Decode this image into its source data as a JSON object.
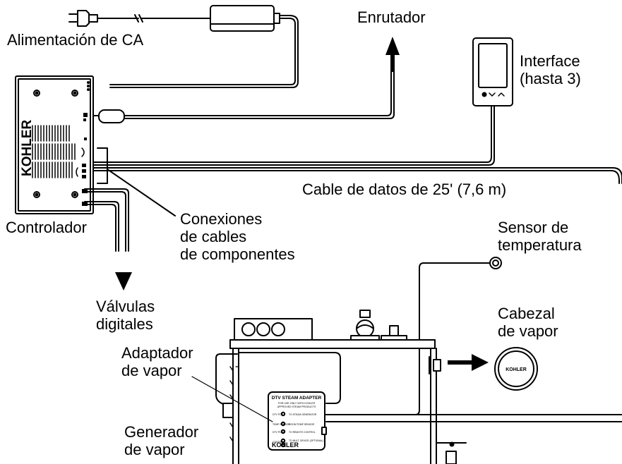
{
  "labels": {
    "ac_power": "Alimentación de CA",
    "router": "Enrutador",
    "interface": [
      "Interface",
      "(hasta 3)"
    ],
    "controller": "Controlador",
    "data_cable": "Cable de datos de 25' (7,6 m)",
    "component_connections": [
      "Conexiones",
      "de cables",
      "de componentes"
    ],
    "temperature_sensor": [
      "Sensor de",
      "temperatura"
    ],
    "digital_valves": [
      "Válvulas",
      "digitales"
    ],
    "steam_head": [
      "Cabezal",
      "de vapor"
    ],
    "steam_adapter": [
      "Adaptador",
      "de vapor"
    ],
    "steam_generator": [
      "Generador",
      "de vapor"
    ]
  },
  "controller_brand": "KOHLER",
  "steam_head_brand": "KOHLER",
  "adapter_panel": {
    "title": "DTV STEAM ADAPTER",
    "subtitle_1": "FOR USE ONLY WITH KOHLER",
    "subtitle_2": "APPROVED STEAM PRODUCTS",
    "rows": [
      {
        "left": "DTV POS",
        "right": "TO STEAM GENERATOR"
      },
      {
        "left": "TEMP SENSOR",
        "right": "ROOM TEMP SENSOR"
      },
      {
        "left": "DTV PLUS",
        "right": "TO REMOTE CONTROL"
      },
      {
        "left": "CONTROL",
        "right": "TO MULT. DEVICE (OPTIONAL)"
      }
    ],
    "brand": "KOHLER"
  },
  "colors": {
    "line": "#000000",
    "background": "#ffffff"
  }
}
